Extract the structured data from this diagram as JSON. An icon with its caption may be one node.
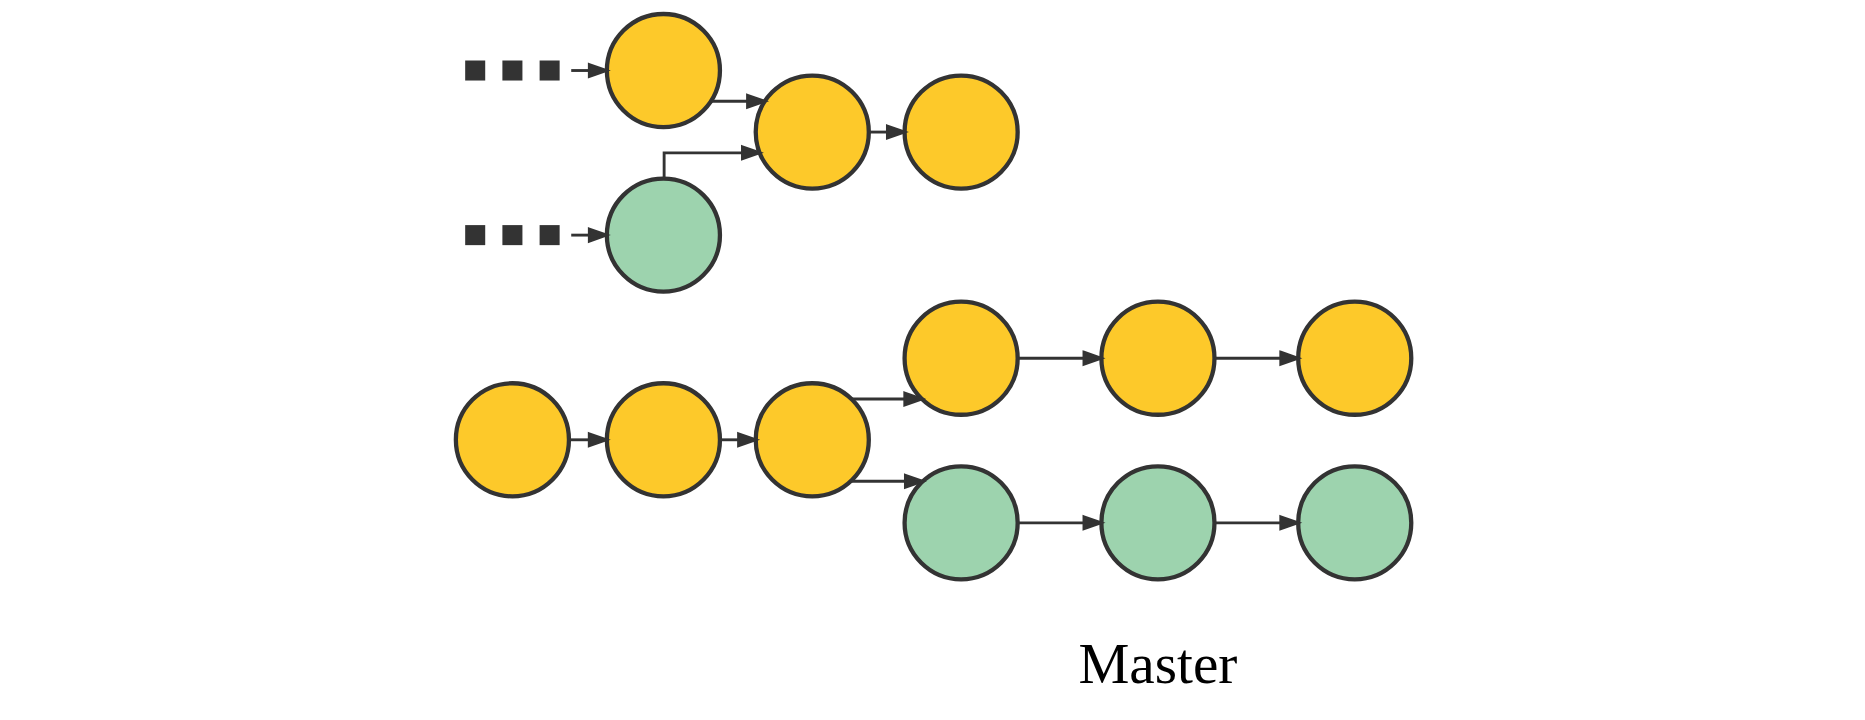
{
  "diagram": {
    "nodes": [
      {
        "text": [],
        "shape": "circle"
      },
      {
        "text": [],
        "shape": "circle"
      },
      {
        "text": [],
        "shape": "circle"
      },
      {
        "text": [],
        "shape": "circle"
      },
      {
        "text": [],
        "shape": "circle"
      },
      {
        "text": [],
        "shape": "circle"
      },
      {
        "text": [],
        "shape": "dots"
      },
      {
        "text": [],
        "shape": "circle"
      },
      {
        "text": [],
        "shape": "circle"
      },
      {
        "text": [],
        "shape": "circle"
      },
      {
        "text": [],
        "shape": "circle"
      },
      {
        "text": [],
        "shape": "circle"
      },
      {
        "text": [],
        "shape": "circle"
      },
      {
        "text": [],
        "shape": "dots"
      },
      {
        "text": [],
        "shape": "circle"
      }
    ],
    "edges": [
      {
        "from": 0,
        "to": 1,
        "arrow": "to"
      },
      {
        "from": 1,
        "to": 2,
        "arrow": "to"
      },
      {
        "from": 2,
        "to": 3,
        "arrow": "to"
      },
      {
        "from": 3,
        "to": 4,
        "arrow": "to"
      },
      {
        "from": 4,
        "to": 5,
        "arrow": "to"
      },
      {
        "from": 6,
        "to": 7,
        "arrow": "to"
      },
      {
        "from": 7,
        "to": 8,
        "arrow": "to"
      },
      {
        "from": 8,
        "to": 9,
        "arrow": "to"
      },
      {
        "from": 2,
        "to": 10,
        "arrow": "to"
      },
      {
        "from": 10,
        "to": 11,
        "arrow": "to"
      },
      {
        "from": 11,
        "to": 12,
        "arrow": "to"
      },
      {
        "from": 13,
        "to": 14,
        "arrow": "to"
      },
      {
        "from": 14,
        "to": 8,
        "arrow": "to"
      }
    ],
    "labels": [
      "Master"
    ]
  }
}
